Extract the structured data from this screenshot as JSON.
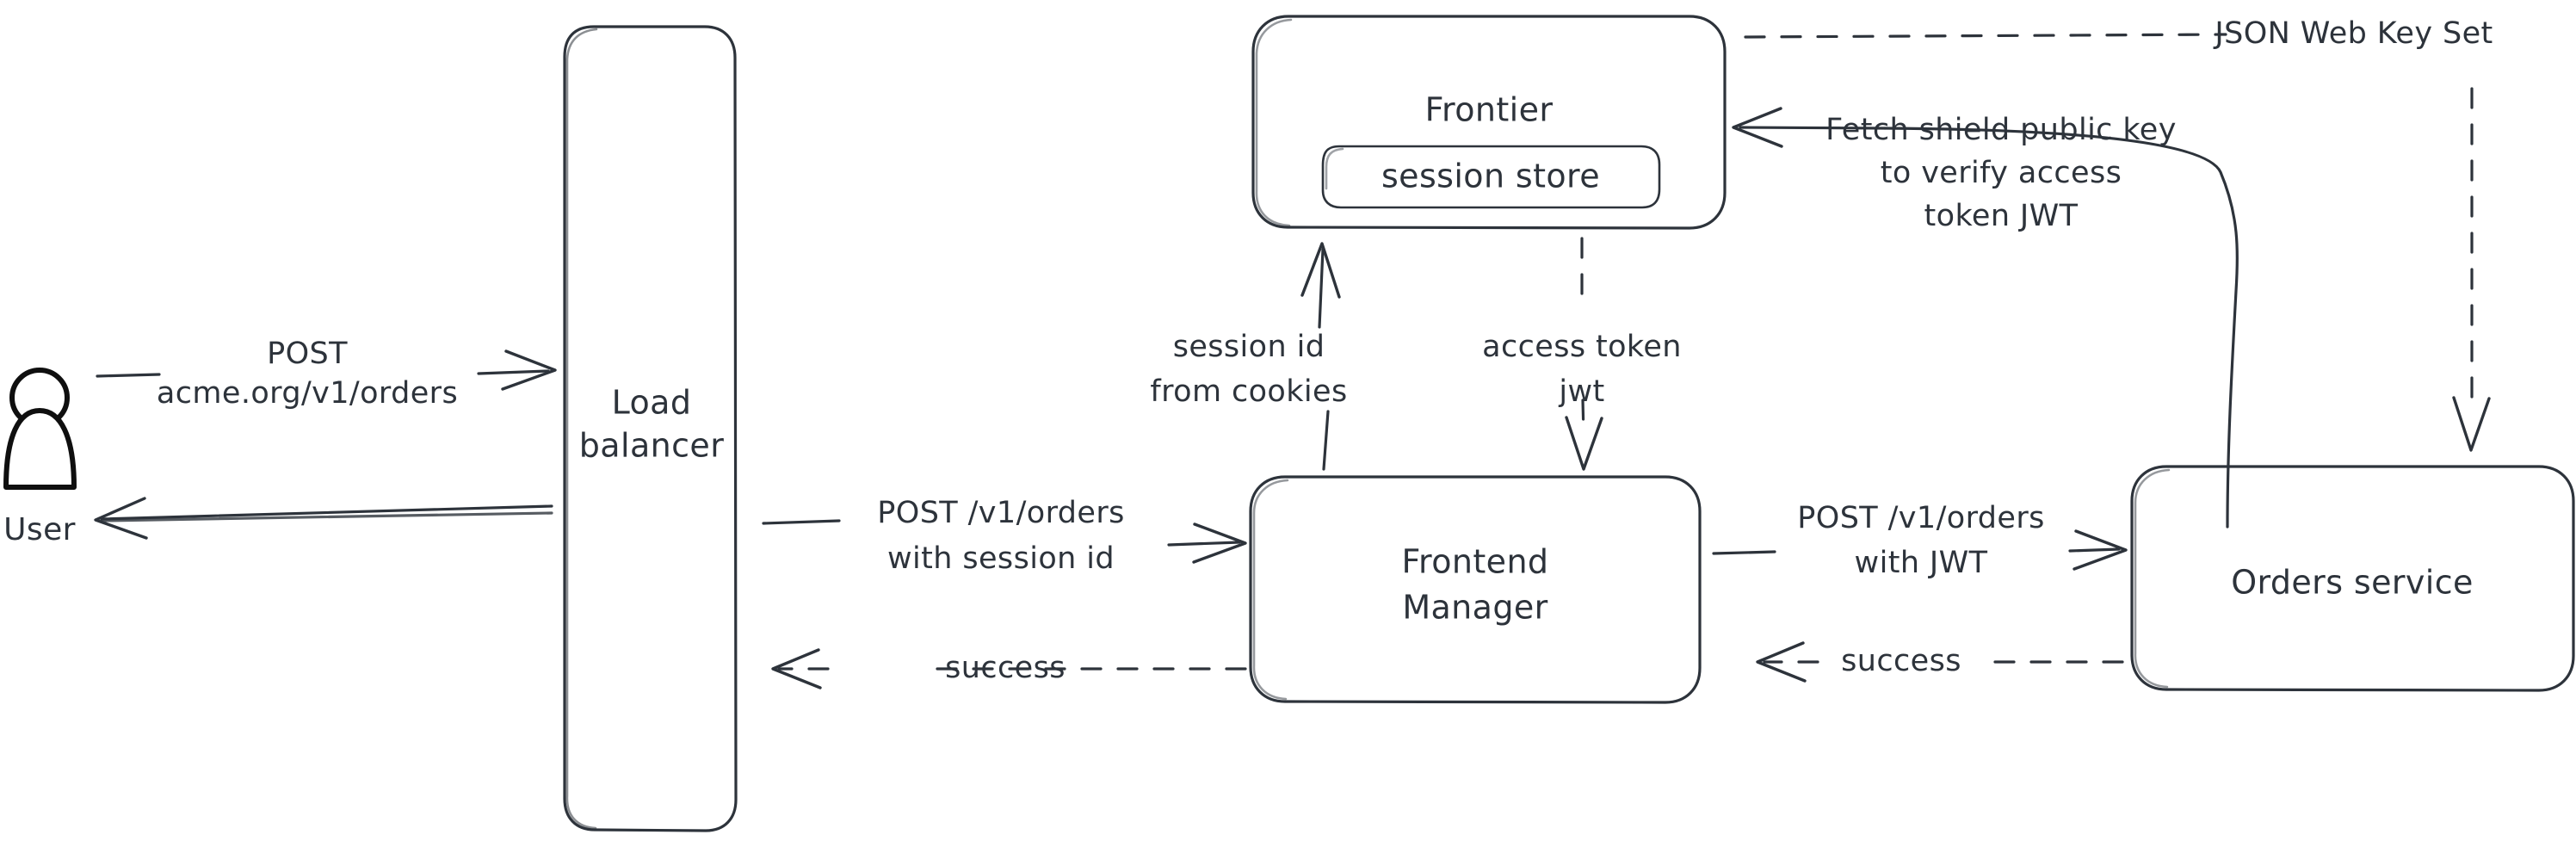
{
  "diagram": {
    "title": "Order request authentication flow",
    "style": "hand-drawn",
    "background_color": "#ffffff",
    "stroke_color": "#2d333b",
    "text_color": "#2d333b",
    "actor_outline_color": "#0f0f0f",
    "actor_hatch_color": "#c7d0d9"
  },
  "actors": {
    "user": {
      "label": "User",
      "icon": "person-icon"
    }
  },
  "nodes": [
    {
      "id": "load_balancer",
      "label_line1": "Load",
      "label_line2": "balancer",
      "shape": "rounded-rect"
    },
    {
      "id": "frontier",
      "label_line1": "Frontier",
      "label_line2": "",
      "shape": "rounded-rect"
    },
    {
      "id": "session_store",
      "label_line1": "session store",
      "label_line2": "",
      "shape": "rounded-rect"
    },
    {
      "id": "frontend_manager",
      "label_line1": "Frontend",
      "label_line2": "Manager",
      "shape": "rounded-rect"
    },
    {
      "id": "orders_service",
      "label_line1": "Orders service",
      "label_line2": "",
      "shape": "rounded-rect"
    }
  ],
  "edges": [
    {
      "id": "user-to-lb",
      "from": "user",
      "to": "load_balancer",
      "style": "solid",
      "direction": "right",
      "label_line1": "POST",
      "label_line2": "acme.org/v1/orders"
    },
    {
      "id": "lb-to-user",
      "from": "load_balancer",
      "to": "user",
      "style": "solid",
      "direction": "left",
      "label_line1": "",
      "label_line2": ""
    },
    {
      "id": "lb-to-fm",
      "from": "load_balancer",
      "to": "frontend_manager",
      "style": "solid",
      "direction": "right",
      "label_line1": "POST /v1/orders",
      "label_line2": "with session id"
    },
    {
      "id": "fm-to-lb-success",
      "from": "frontend_manager",
      "to": "load_balancer",
      "style": "dashed",
      "direction": "left",
      "label_line1": "success",
      "label_line2": ""
    },
    {
      "id": "fm-to-frontier",
      "from": "frontend_manager",
      "to": "frontier",
      "style": "solid",
      "direction": "up",
      "label_line1": "session id",
      "label_line2": "from cookies"
    },
    {
      "id": "frontier-to-fm",
      "from": "frontier",
      "to": "frontend_manager",
      "style": "dashed",
      "direction": "down",
      "label_line1": "access token",
      "label_line2": "jwt"
    },
    {
      "id": "fm-to-orders",
      "from": "frontend_manager",
      "to": "orders_service",
      "style": "solid",
      "direction": "right",
      "label_line1": "POST /v1/orders",
      "label_line2": "with JWT"
    },
    {
      "id": "orders-to-fm-success",
      "from": "orders_service",
      "to": "frontend_manager",
      "style": "dashed",
      "direction": "left",
      "label_line1": "success",
      "label_line2": ""
    },
    {
      "id": "orders-to-frontier-fetch",
      "from": "orders_service",
      "to": "frontier",
      "style": "solid",
      "direction": "left",
      "label_line1": "Fetch shield public key",
      "label_line2": "to verify access",
      "label_line3": "token JWT"
    },
    {
      "id": "frontier-to-orders-jwks",
      "from": "frontier",
      "to": "orders_service",
      "style": "dashed",
      "direction": "down",
      "label_line1": "JSON Web Key Set",
      "label_line2": ""
    }
  ],
  "labels": {
    "user": "User",
    "load_balancer_l1": "Load",
    "load_balancer_l2": "balancer",
    "frontier": "Frontier",
    "session_store": "session store",
    "frontend_manager_l1": "Frontend",
    "frontend_manager_l2": "Manager",
    "orders_service": "Orders service",
    "post_l1": "POST",
    "post_l2": "acme.org/v1/orders",
    "lb_fm_l1": "POST /v1/orders",
    "lb_fm_l2": "with session id",
    "success_left": "success",
    "session_id_l1": "session id",
    "session_id_l2": "from cookies",
    "access_token_l1": "access token",
    "access_token_l2": "jwt",
    "fm_orders_l1": "POST /v1/orders",
    "fm_orders_l2": "with JWT",
    "success_right": "success",
    "fetch_key_l1": "Fetch shield public key",
    "fetch_key_l2": "to verify access",
    "fetch_key_l3": "token JWT",
    "jwks": "JSON Web Key Set"
  }
}
